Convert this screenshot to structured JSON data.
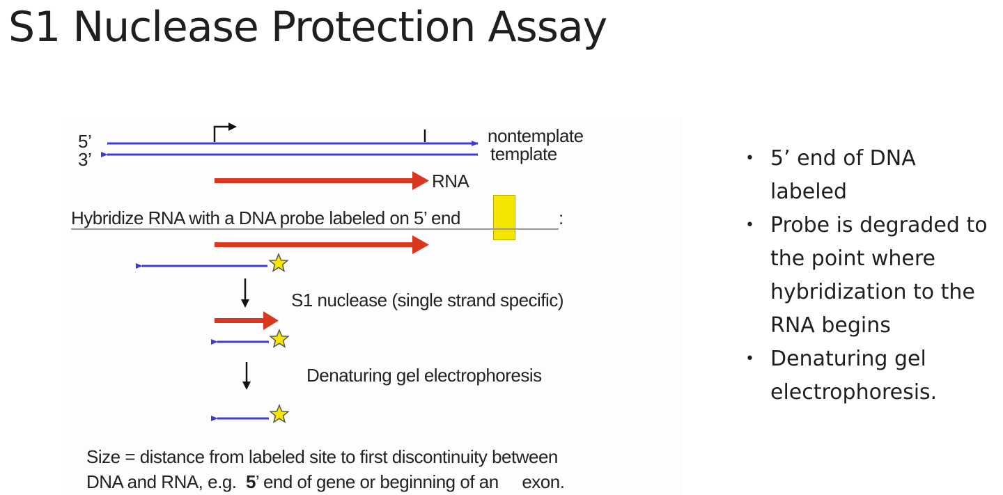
{
  "slide": {
    "title": "S1 Nuclease Protection Assay"
  },
  "diagram": {
    "label_5prime": "5’",
    "label_3prime": "3’",
    "label_nontemplate": "nontemplate",
    "label_template": "template",
    "label_rna": "RNA",
    "hybridize_text": "Hybridize RNA with a DNA probe labeled on 5’ end",
    "hybridize_colon": ":",
    "s1_step": "S1 nuclease (single strand specific)",
    "gel_step": "Denaturing gel electrophoresis",
    "caption_line1": "Size = distance from labeled site to first discontinuity between",
    "caption_line2_a": "DNA and RNA, e.g.",
    "caption_line2_bold": "5",
    "caption_line2_b": "’ end of gene or beginning of an",
    "caption_line2_c": "exon.",
    "colors": {
      "dna_blue": "#3b3bd6",
      "rna_red": "#d9381e",
      "star_yellow": "#f5e600",
      "highlight": "#f5e600"
    }
  },
  "bullets": [
    "5’ end of DNA labeled",
    "Probe is degraded to the point where hybridization to the RNA begins",
    "Denaturing gel electrophoresis."
  ]
}
